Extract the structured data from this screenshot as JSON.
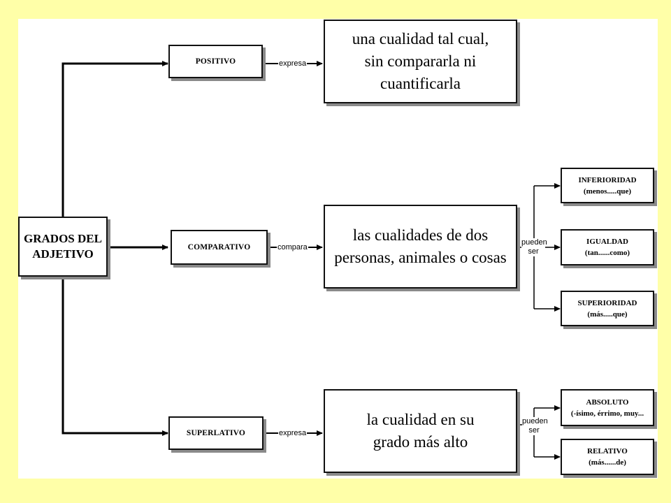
{
  "root": {
    "line1": "GRADOS DEL",
    "line2": "ADJETIVO"
  },
  "degrees": [
    {
      "name": "POSITIVO",
      "connector": "expresa",
      "desc_line1": "una cualidad tal cual,",
      "desc_line2": "sin compararla ni cuantificarla"
    },
    {
      "name": "COMPARATIVO",
      "connector": "compara",
      "desc_line1": "las cualidades de dos",
      "desc_line2": "personas, animales o cosas",
      "sub_connector_line1": "pueden",
      "sub_connector_line2": "ser",
      "subtypes": [
        {
          "title": "INFERIORIDAD",
          "example": "(menos.....que)"
        },
        {
          "title": "IGUALDAD",
          "example": "(tan......como)"
        },
        {
          "title": "SUPERIORIDAD",
          "example": "(más.....que)"
        }
      ]
    },
    {
      "name": "SUPERLATIVO",
      "connector": "expresa",
      "desc_line1": "la cualidad en su",
      "desc_line2": "grado más alto",
      "sub_connector_line1": "pueden",
      "sub_connector_line2": "ser",
      "subtypes": [
        {
          "title": "ABSOLUTO",
          "example": "(-ísimo, érrimo, muy..."
        },
        {
          "title": "RELATIVO",
          "example": "(más......de)"
        }
      ]
    }
  ]
}
